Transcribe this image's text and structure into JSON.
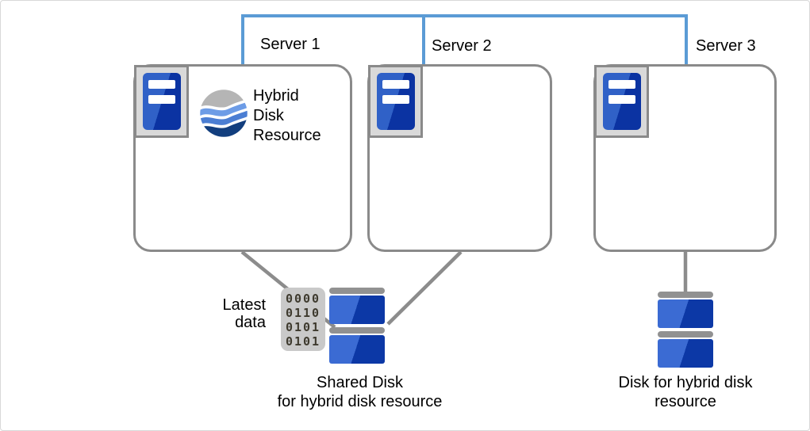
{
  "servers": [
    {
      "label": "Server 1"
    },
    {
      "label": "Server 2"
    },
    {
      "label": "Server 3"
    }
  ],
  "hybrid_disk_resource": {
    "lines": [
      "Hybrid",
      "Disk",
      "Resource"
    ]
  },
  "latest_data": {
    "lines": [
      "Latest",
      "data"
    ]
  },
  "binary_block": {
    "rows": [
      "0000",
      "0110",
      "0101",
      "0101"
    ]
  },
  "shared_disk_caption": {
    "lines": [
      "Shared Disk",
      "for hybrid disk resource"
    ]
  },
  "hybrid_disk_caption": {
    "lines": [
      "Disk for hybrid disk",
      "resource"
    ]
  },
  "icons": {
    "server_icon": "server-tower",
    "hybrid_resource_icon": "wave-sphere",
    "disk_icon": "disk-stack",
    "binary_icon": "binary-data-block"
  },
  "colors": {
    "connector_blue": "#5b9bd5",
    "line_gray": "#8c8c8c",
    "box_border_gray": "#8a8a8a",
    "frame_gray": "#d9d9d9",
    "server_blue_light": "#3061c7",
    "server_blue_dark": "#0b33a2",
    "disk_blue_light": "#3b6bd3",
    "disk_blue_dark": "#0c38a6",
    "disk_cap_gray": "#919191",
    "binary_bg": "#c9c9c9",
    "binary_digits": "#3e3a2e",
    "wave_gray": "#b5b5b5",
    "wave_blue_light": "#6d9ce6",
    "wave_blue_mid": "#4b7ed3",
    "wave_navy": "#123e7e"
  }
}
